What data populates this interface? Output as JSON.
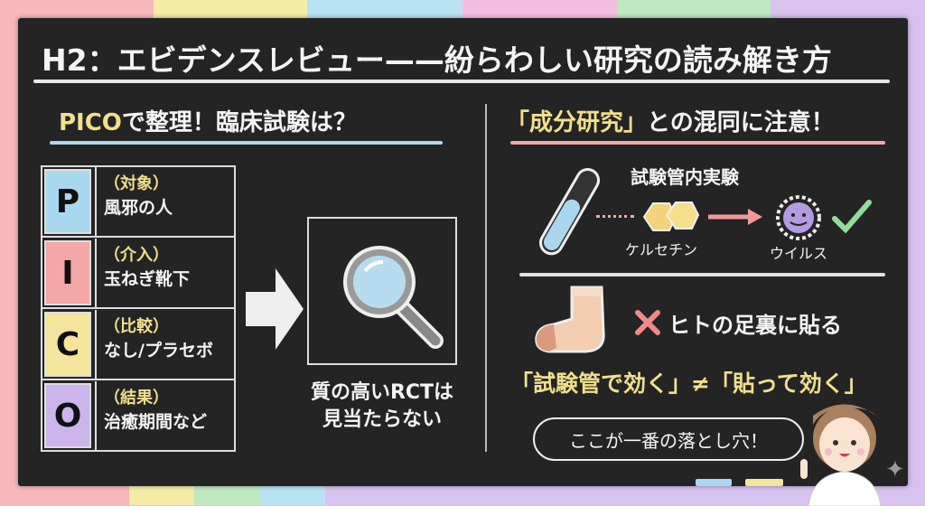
{
  "title": "H2：エビデンスレビュー——紛らわしい研究の読み解き方",
  "left": {
    "heading_accent": "PICO",
    "heading_rest": "で整理！臨床試験は？",
    "pico": [
      {
        "letter": "P",
        "category": "（対象）",
        "value": "風邪の人",
        "color": "#a9d8ee"
      },
      {
        "letter": "I",
        "category": "（介入）",
        "value": "玉ねぎ靴下",
        "color": "#f3a7a7"
      },
      {
        "letter": "C",
        "category": "（比較）",
        "value": "なし/プラセボ",
        "color": "#f5e59c"
      },
      {
        "letter": "O",
        "category": "（結果）",
        "value": "治癒期間など",
        "color": "#cbb5ea"
      }
    ],
    "caption_line1": "質の高いRCTは",
    "caption_line2": "見当たらない"
  },
  "right": {
    "heading_accent": "「成分研究」",
    "heading_rest": "との混同に注意！",
    "experiment_label": "試験管内実験",
    "compound_label": "ケルセチン",
    "virus_label": "ウイルス",
    "foot_text": "ヒトの足裏に貼る",
    "comparison": "「試験管で効く」≠「貼って効く」",
    "speech": "ここが一番の落とし穴！"
  },
  "colors": {
    "board": "#242424",
    "yellow": "#f2df8a",
    "blue": "#a9d8ee",
    "pink": "#f3a7a7"
  }
}
